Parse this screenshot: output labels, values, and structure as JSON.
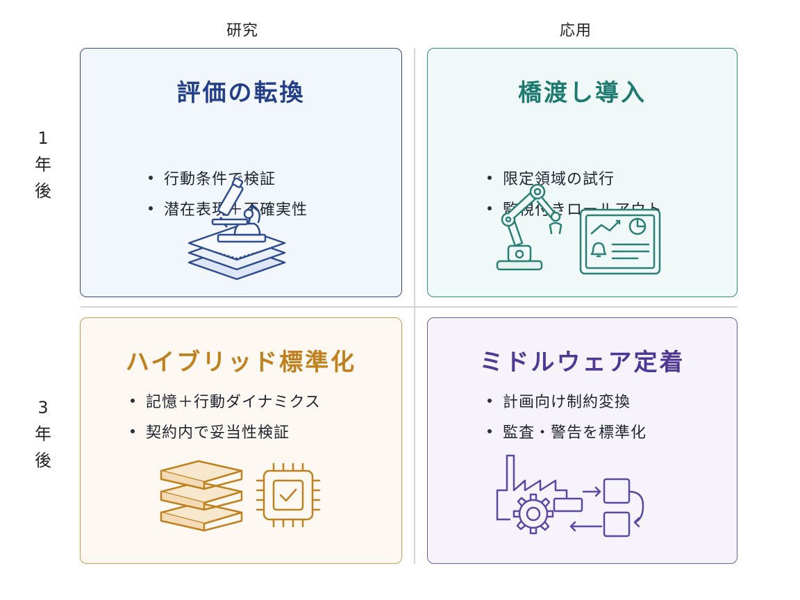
{
  "columns": [
    "研究",
    "応用"
  ],
  "rows": [
    {
      "label_chars": [
        "1",
        "年",
        "後"
      ]
    },
    {
      "label_chars": [
        "3",
        "年",
        "後"
      ]
    }
  ],
  "cards": [
    {
      "title": "評価の転換",
      "bullets": [
        "行動条件で検証",
        "潜在表現＋不確実性"
      ],
      "icon": "microscope-layers-icon",
      "border": "#2f4a8c",
      "bg": "#f2f6fd",
      "title_color": "#243f8a",
      "icon_color": "#2d4b8f"
    },
    {
      "title": "橋渡し導入",
      "bullets": [
        "限定領域の試行",
        "監視付きロールアウト"
      ],
      "icon": "robot-arm-dashboard-icon",
      "border": "#2f8a80",
      "bg": "#f1f9f8",
      "title_color": "#1d7a70",
      "icon_color": "#287f75"
    },
    {
      "title": "ハイブリッド標準化",
      "bullets": [
        "記憶＋行動ダイナミクス",
        "契約内で妥当性検証"
      ],
      "icon": "stacked-blocks-chip-icon",
      "border": "#d29a4c",
      "bg": "#fdf8f1",
      "title_color": "#c0801d",
      "icon_color": "#c0801d"
    },
    {
      "title": "ミドルウェア定着",
      "bullets": [
        "計画向け制約変換",
        "監査・警告を標準化"
      ],
      "icon": "factory-gear-flow-icon",
      "border": "#6f59b3",
      "bg": "#f6f3fc",
      "title_color": "#4d3896",
      "icon_color": "#5b47a3"
    }
  ]
}
